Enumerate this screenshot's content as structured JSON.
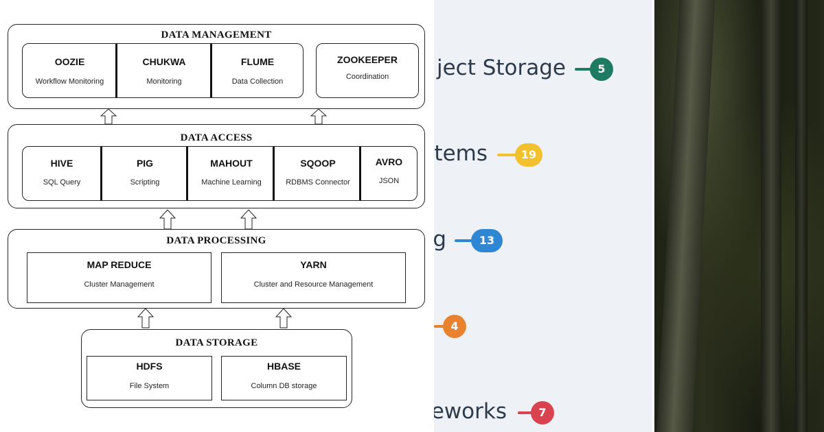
{
  "diagram": {
    "layers": [
      {
        "title": "DATA MANAGEMENT",
        "components": [
          {
            "name": "OOZIE",
            "desc": "Workflow Monitoring"
          },
          {
            "name": "CHUKWA",
            "desc": "Monitoring"
          },
          {
            "name": "FLUME",
            "desc": "Data Collection"
          },
          {
            "name": "ZOOKEEPER",
            "desc": "Coordination"
          }
        ]
      },
      {
        "title": "DATA ACCESS",
        "components": [
          {
            "name": "HIVE",
            "desc": "SQL Query"
          },
          {
            "name": "PIG",
            "desc": "Scripting"
          },
          {
            "name": "MAHOUT",
            "desc": "Machine Learning"
          },
          {
            "name": "SQOOP",
            "desc": "RDBMS Connector"
          },
          {
            "name": "AVRO",
            "desc": "JSON"
          }
        ]
      },
      {
        "title": "DATA PROCESSING",
        "components": [
          {
            "name": "MAP REDUCE",
            "desc": "Cluster Management"
          },
          {
            "name": "YARN",
            "desc": "Cluster and Resource Management"
          }
        ]
      },
      {
        "title": "DATA STORAGE",
        "components": [
          {
            "name": "HDFS",
            "desc": "File System"
          },
          {
            "name": "HBASE",
            "desc": "Column DB storage"
          }
        ]
      }
    ]
  },
  "topics": [
    {
      "label": "ject Storage",
      "count": "5",
      "color": "#1e7a62"
    },
    {
      "label": "tems",
      "count": "19",
      "color": "#f2c12e"
    },
    {
      "label": "g",
      "count": "13",
      "color": "#2f86d3"
    },
    {
      "label": "",
      "count": "4",
      "color": "#e8822f"
    },
    {
      "label": "eworks",
      "count": "7",
      "color": "#d9434f"
    }
  ]
}
